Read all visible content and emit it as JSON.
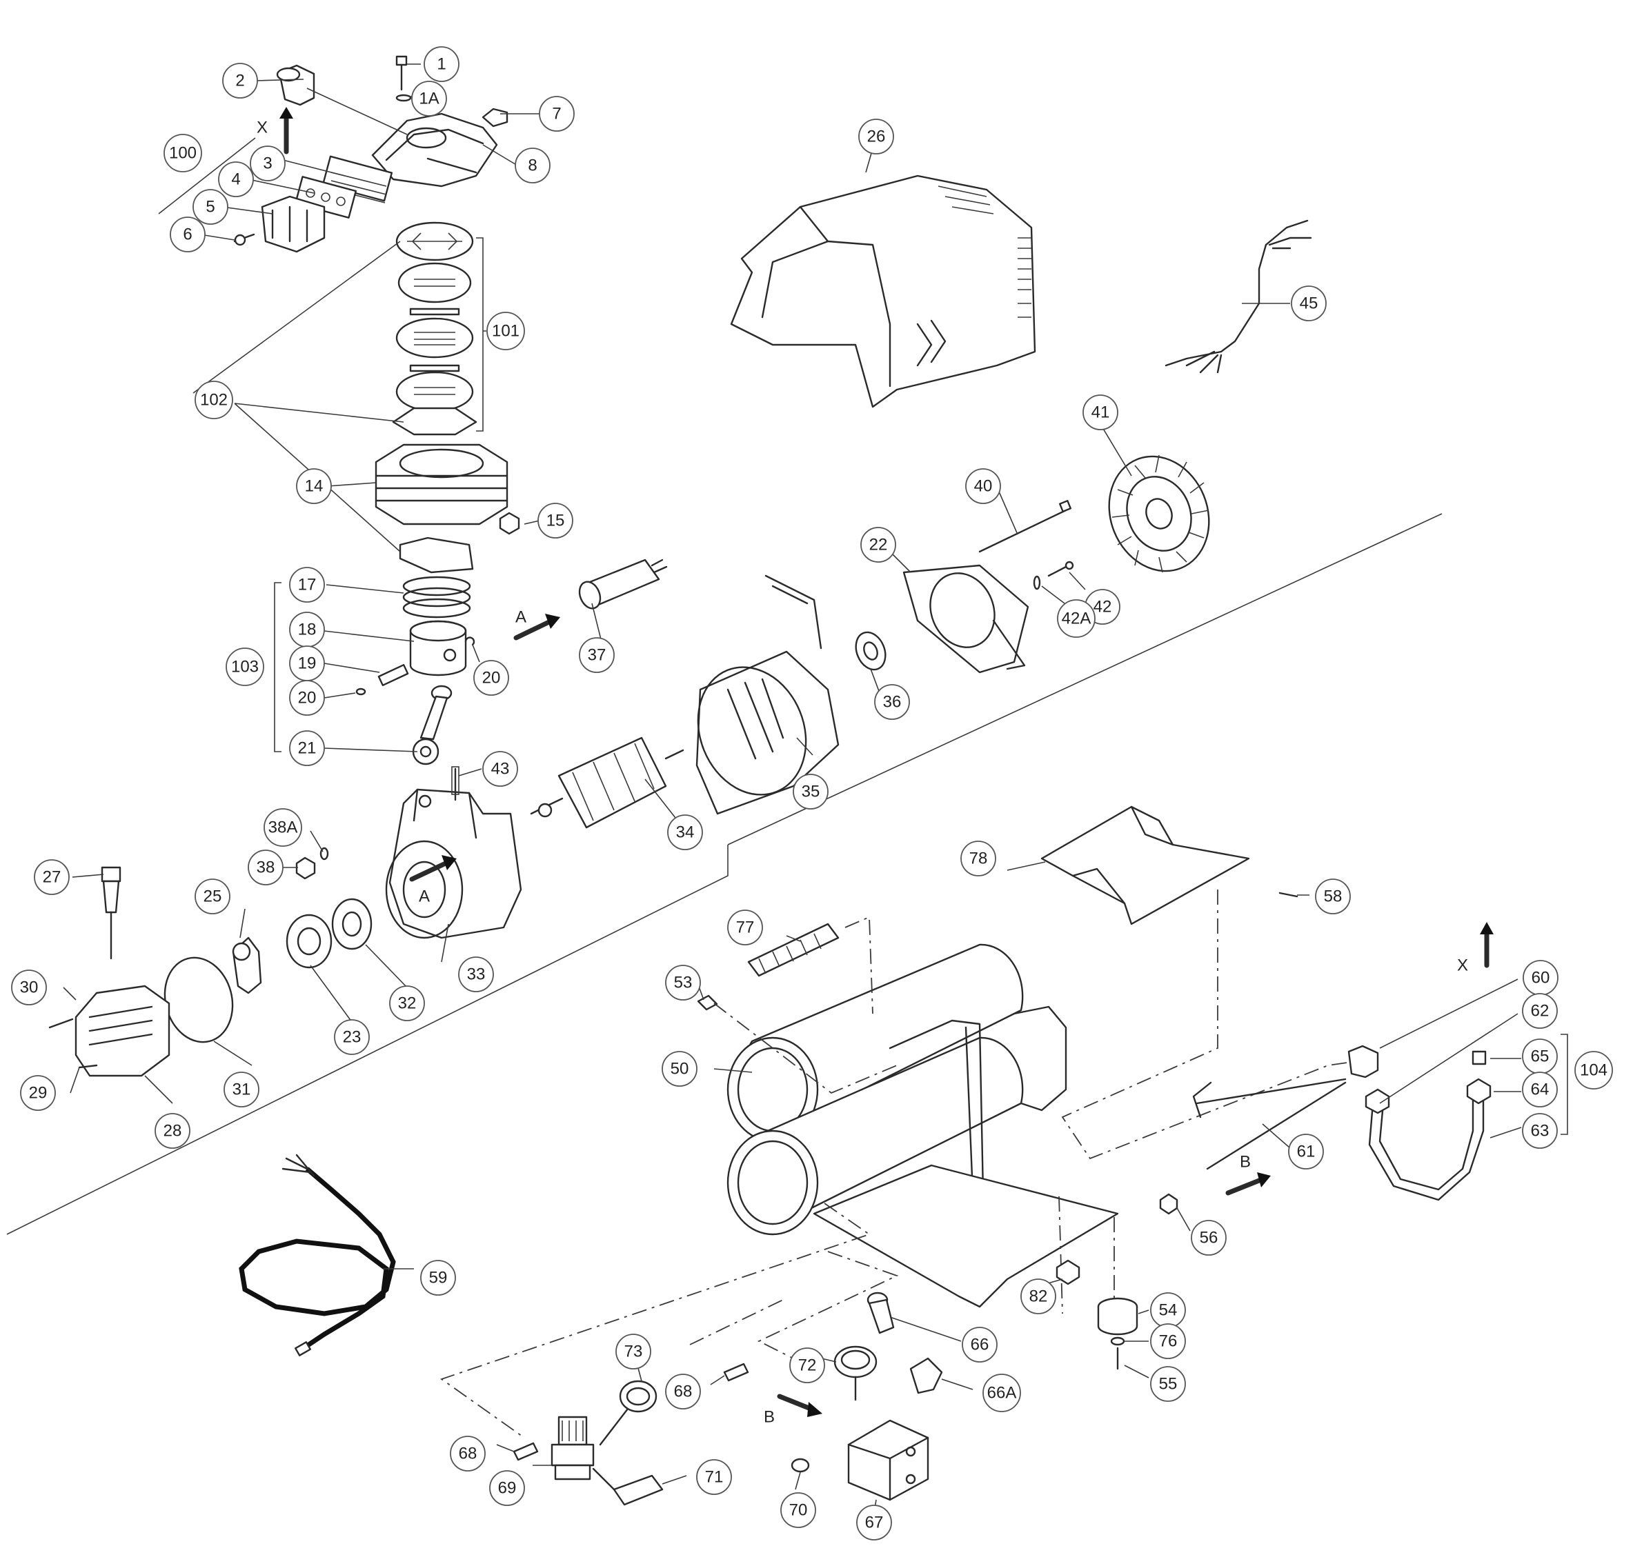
{
  "diagram": {
    "type": "exploded-parts-diagram",
    "colors": {
      "line": "#2a2a2a",
      "background": "#ffffff"
    },
    "part_numbers": [
      "1",
      "1A",
      "2",
      "3",
      "4",
      "5",
      "6",
      "7",
      "8",
      "100",
      "101",
      "102",
      "14",
      "15",
      "17",
      "18",
      "19",
      "20",
      "21",
      "103",
      "37",
      "26",
      "45",
      "41",
      "40",
      "22",
      "42",
      "42A",
      "36",
      "35",
      "34",
      "43",
      "38A",
      "38",
      "33",
      "32",
      "23",
      "25",
      "27",
      "30",
      "31",
      "28",
      "29",
      "78",
      "58",
      "77",
      "53",
      "50",
      "60",
      "62",
      "65",
      "64",
      "63",
      "104",
      "61",
      "56",
      "82",
      "54",
      "76",
      "55",
      "59",
      "66",
      "66A",
      "72",
      "73",
      "68",
      "69",
      "71",
      "70",
      "67"
    ],
    "view_letters": {
      "x": "X",
      "a": "A",
      "b": "B"
    }
  },
  "callouts": [
    {
      "id": "c1",
      "label": "1"
    },
    {
      "id": "c1a",
      "label": "1A"
    },
    {
      "id": "c2",
      "label": "2"
    },
    {
      "id": "c3",
      "label": "3"
    },
    {
      "id": "c4",
      "label": "4"
    },
    {
      "id": "c5",
      "label": "5"
    },
    {
      "id": "c6",
      "label": "6"
    },
    {
      "id": "c7",
      "label": "7"
    },
    {
      "id": "c8",
      "label": "8"
    },
    {
      "id": "c100",
      "label": "100"
    },
    {
      "id": "c101",
      "label": "101"
    },
    {
      "id": "c102",
      "label": "102"
    },
    {
      "id": "c14",
      "label": "14"
    },
    {
      "id": "c15",
      "label": "15"
    },
    {
      "id": "c17",
      "label": "17"
    },
    {
      "id": "c18",
      "label": "18"
    },
    {
      "id": "c19",
      "label": "19"
    },
    {
      "id": "c20a",
      "label": "20"
    },
    {
      "id": "c20b",
      "label": "20"
    },
    {
      "id": "c21",
      "label": "21"
    },
    {
      "id": "c103",
      "label": "103"
    },
    {
      "id": "c37",
      "label": "37"
    },
    {
      "id": "c26",
      "label": "26"
    },
    {
      "id": "c45",
      "label": "45"
    },
    {
      "id": "c41",
      "label": "41"
    },
    {
      "id": "c40",
      "label": "40"
    },
    {
      "id": "c22",
      "label": "22"
    },
    {
      "id": "c42",
      "label": "42"
    },
    {
      "id": "c42a",
      "label": "42A"
    },
    {
      "id": "c36",
      "label": "36"
    },
    {
      "id": "c35",
      "label": "35"
    },
    {
      "id": "c34",
      "label": "34"
    },
    {
      "id": "c43",
      "label": "43"
    },
    {
      "id": "c38a",
      "label": "38A"
    },
    {
      "id": "c38",
      "label": "38"
    },
    {
      "id": "c33",
      "label": "33"
    },
    {
      "id": "c32",
      "label": "32"
    },
    {
      "id": "c23",
      "label": "23"
    },
    {
      "id": "c25",
      "label": "25"
    },
    {
      "id": "c27",
      "label": "27"
    },
    {
      "id": "c30",
      "label": "30"
    },
    {
      "id": "c31",
      "label": "31"
    },
    {
      "id": "c28",
      "label": "28"
    },
    {
      "id": "c29",
      "label": "29"
    },
    {
      "id": "c78",
      "label": "78"
    },
    {
      "id": "c58",
      "label": "58"
    },
    {
      "id": "c77",
      "label": "77"
    },
    {
      "id": "c53",
      "label": "53"
    },
    {
      "id": "c50",
      "label": "50"
    },
    {
      "id": "c60",
      "label": "60"
    },
    {
      "id": "c62",
      "label": "62"
    },
    {
      "id": "c65",
      "label": "65"
    },
    {
      "id": "c64",
      "label": "64"
    },
    {
      "id": "c63",
      "label": "63"
    },
    {
      "id": "c104",
      "label": "104"
    },
    {
      "id": "c61",
      "label": "61"
    },
    {
      "id": "c56",
      "label": "56"
    },
    {
      "id": "c82",
      "label": "82"
    },
    {
      "id": "c54",
      "label": "54"
    },
    {
      "id": "c76",
      "label": "76"
    },
    {
      "id": "c55",
      "label": "55"
    },
    {
      "id": "c59",
      "label": "59"
    },
    {
      "id": "c66",
      "label": "66"
    },
    {
      "id": "c66a",
      "label": "66A"
    },
    {
      "id": "c72",
      "label": "72"
    },
    {
      "id": "c73",
      "label": "73"
    },
    {
      "id": "c68a",
      "label": "68"
    },
    {
      "id": "c68b",
      "label": "68"
    },
    {
      "id": "c69",
      "label": "69"
    },
    {
      "id": "c71",
      "label": "71"
    },
    {
      "id": "c70",
      "label": "70"
    },
    {
      "id": "c67",
      "label": "67"
    }
  ]
}
